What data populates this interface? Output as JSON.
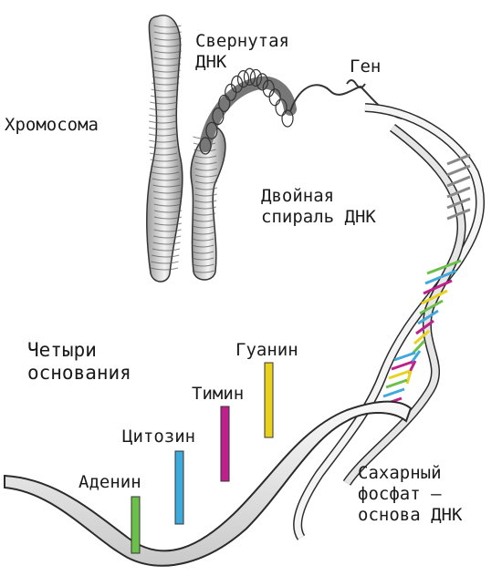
{
  "labels": {
    "chromosome": "Хромосома",
    "coiled_dna": "Свернутая\nДНК",
    "gene": "Ген",
    "double_helix": "Двойная\nспираль ДНК",
    "four_bases": "Четыри\nоснования",
    "sugar_phosphate": "Сахарный\nфосфат –\nоснова ДНК"
  },
  "bases": [
    {
      "name": "Аденин",
      "color": "#6cbf4a"
    },
    {
      "name": "Цитозин",
      "color": "#3fa9dc"
    },
    {
      "name": "Тимин",
      "color": "#c0208c"
    },
    {
      "name": "Гуанин",
      "color": "#e8d21e"
    }
  ],
  "colors": {
    "outline": "#2b2b2b",
    "ribbon_fill": "#f2f2f2",
    "ribbon_shade": "#cfcfcf"
  }
}
